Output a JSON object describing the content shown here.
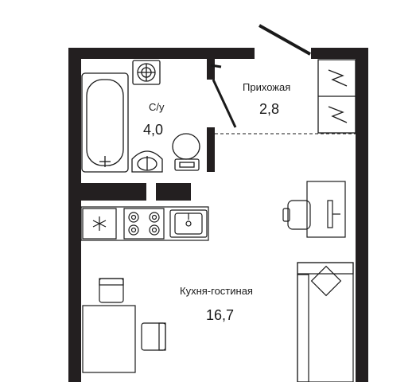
{
  "rooms": {
    "bathroom": {
      "name": "С/у",
      "area": "4,0"
    },
    "hallway": {
      "name": "Прихожая",
      "area": "2,8"
    },
    "living": {
      "name": "Кухня-гостиная",
      "area": "16,7"
    }
  },
  "colors": {
    "wall": "#231f20",
    "line": "#1a1a1a",
    "fill": "#ffffff"
  }
}
